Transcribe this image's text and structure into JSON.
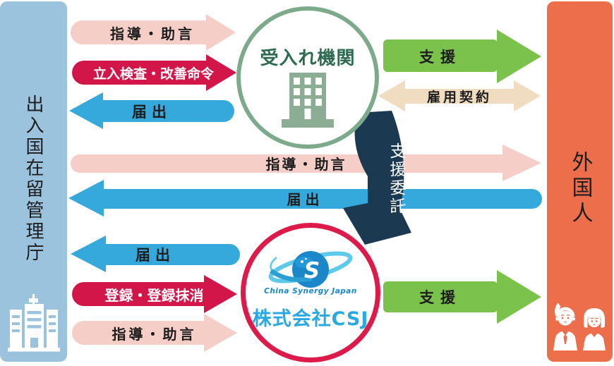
{
  "colors": {
    "bg": "#ffffff",
    "col-blue": "#9cc3de",
    "col-orange": "#ec6e4b",
    "pink": "#f4cec7",
    "crimson": "#d2164a",
    "crimson-bright": "#dd1b4b",
    "sky": "#35a8dc",
    "green": "#7ac24b",
    "beige": "#f0dcc1",
    "navy": "#1b3a52",
    "sage": "#7caa8b",
    "green-text": "#2d6a50",
    "icon-sage": "#8aad93",
    "csj-blue": "#29a9e1",
    "logo-blue": "#1b87c9",
    "logo-light": "#5ec9e8",
    "logo-mid": "#2b9fd3",
    "ink": "#1d1d1d"
  },
  "left_column": {
    "label": "出入国在留管理庁"
  },
  "right_column": {
    "label": "外国人"
  },
  "top_circle": {
    "label": "受入れ機関"
  },
  "bottom_circle": {
    "logo_monogram": "S",
    "logo_text": "China Synergy Japan",
    "company": "株式会社CSJ"
  },
  "arrows": {
    "guidance_top": {
      "label": "指導・助言"
    },
    "inspection": {
      "label": "立入検査・改善命令"
    },
    "notification_top": {
      "label": "届出"
    },
    "support_top": {
      "label": "支援"
    },
    "employment_contract": {
      "label": "雇用契約"
    },
    "guidance_long": {
      "label": "指導・助言"
    },
    "notification_long": {
      "label": "届出"
    },
    "notification_bottom": {
      "label": "届出"
    },
    "registration": {
      "label": "登録・登録抹消"
    },
    "guidance_bottom": {
      "label": "指導・助言"
    },
    "support_bottom": {
      "label": "支援"
    },
    "support_delegation": {
      "label": "支援委託"
    }
  },
  "icons": {
    "left_column_icon": "government-building-icon",
    "top_circle_icon": "office-building-icon",
    "bottom_circle_icon": "csj-globe-logo",
    "right_column_icons": [
      "businessman-icon",
      "businesswoman-icon"
    ]
  }
}
